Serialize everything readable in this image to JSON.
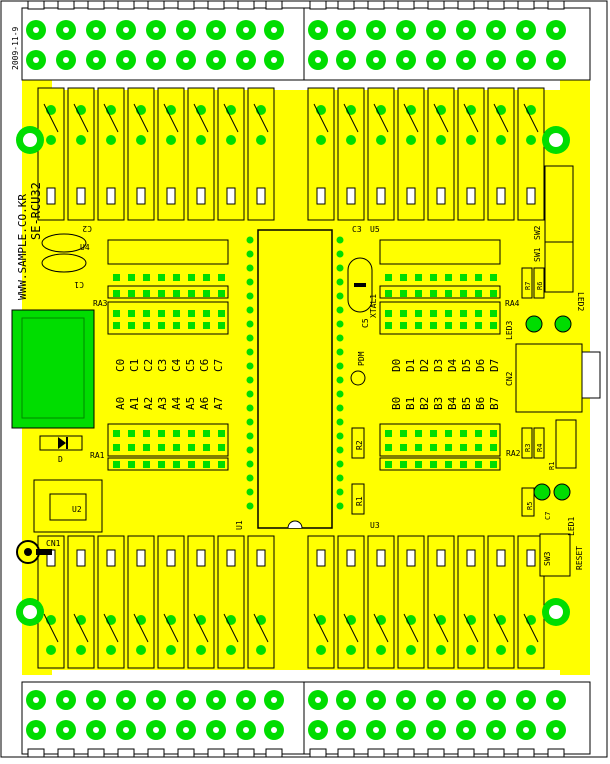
{
  "board": {
    "date": "2009-11-9",
    "website": "WWW.SAMPLE.CO.KR",
    "model": "SE-RCU32",
    "colors": {
      "background": "#ffffff",
      "copper": "#ffff00",
      "pad": "#00dd00",
      "silkscreen": "#000000",
      "hole": "#ffffff",
      "module": "#00dd00"
    }
  },
  "labels": {
    "c2": "C2",
    "c1": "C1",
    "u4": "U4",
    "u5": "U5",
    "ra3": "RA3",
    "ra4": "RA4",
    "ra1": "RA1",
    "ra2": "RA2",
    "c3": "C3",
    "c5": "C5",
    "xtal1": "XTAL1",
    "pdm": "PDM",
    "r1": "R1",
    "r2": "R2",
    "r3": "R3",
    "r4": "R4",
    "r5": "R5",
    "r6": "R6",
    "r7": "R7",
    "u1": "U1",
    "u2": "U2",
    "u3": "U3",
    "d": "D",
    "cn1": "CN1",
    "cn2": "CN2",
    "sw1": "SW1",
    "sw2": "SW2",
    "sw3": "SW3",
    "reset": "RESET",
    "led1": "LED1",
    "led2": "LED2",
    "led3": "LED3",
    "c7": "C7"
  },
  "port_labels": {
    "c": [
      "C0",
      "C1",
      "C2",
      "C3",
      "C4",
      "C5",
      "C6",
      "C7"
    ],
    "a": [
      "A0",
      "A1",
      "A2",
      "A3",
      "A4",
      "A5",
      "A6",
      "A7"
    ],
    "d": [
      "D0",
      "D1",
      "D2",
      "D3",
      "D4",
      "D5",
      "D6",
      "D7"
    ],
    "b": [
      "B0",
      "B1",
      "B2",
      "B3",
      "B4",
      "B5",
      "B6",
      "B7"
    ]
  }
}
